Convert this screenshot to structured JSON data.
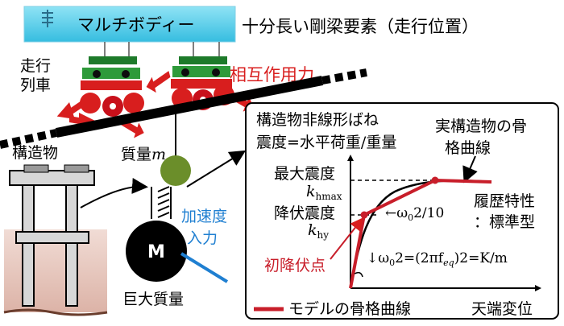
{
  "labels": {
    "multibody": "マルチボディー",
    "beam": "十分長い剛梁要素（走行位置）",
    "train_line1": "走行",
    "train_line2": "列車",
    "interaction": "相互作用力",
    "structure": "構造物",
    "mass_m": "質量",
    "mass_m_italic": "m",
    "accel_line1": "加速度",
    "accel_line2": "入力",
    "huge_mass": "巨大質量",
    "m_block": "M"
  },
  "inset": {
    "title_line1": "構造物非線形ばね",
    "title_line2": "震度=水平荷重/重量",
    "actual_line1": "実構造物の骨",
    "actual_line2": "格曲線",
    "max_seismic": "最大震度",
    "k_hmax_k": "k",
    "k_hmax_sub": "hmax",
    "yield_seismic": "降伏震度",
    "k_hy_k": "k",
    "k_hy_sub": "hy",
    "omega_over10": "←ω",
    "omega_over10_sub": "0",
    "omega_over10_tail": "2/10",
    "hysteresis_line1": "履歴特性",
    "hysteresis_line2": "：標準型",
    "first_yield": "初降伏点",
    "omega_formula": "↓ω",
    "omega_formula_sub": "0",
    "omega_formula_tail": "2=(2πf",
    "omega_formula_sub2": "eq",
    "omega_formula_tail2": ")2=K/m",
    "legend": "モデルの骨格曲線",
    "x_axis": "天端変位"
  },
  "colors": {
    "red": "#d81e1e",
    "dark_red": "#b0151f",
    "green": "#2e9a3a",
    "dark_green": "#5b7a2a",
    "cyan": "#3ec6e6",
    "blue": "#1f7fd1",
    "ground": "#e7c9c0"
  }
}
